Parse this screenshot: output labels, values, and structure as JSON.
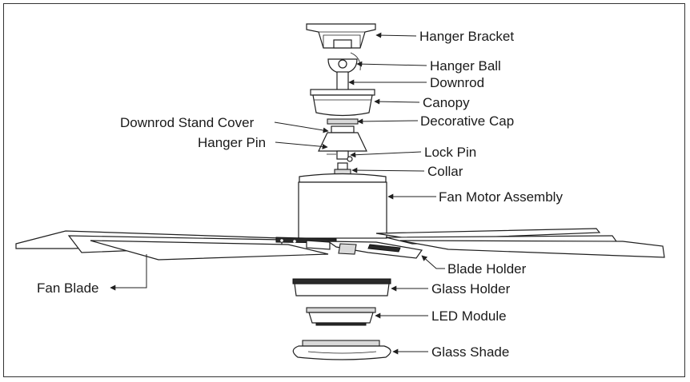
{
  "labels": {
    "hanger_bracket": "Hanger Bracket",
    "hanger_ball": "Hanger Ball",
    "downrod": "Downrod",
    "canopy": "Canopy",
    "downrod_stand_cover": "Downrod Stand Cover",
    "decorative_cap": "Decorative Cap",
    "hanger_pin": "Hanger Pin",
    "lock_pin": "Lock Pin",
    "collar": "Collar",
    "fan_motor_assembly": "Fan Motor Assembly",
    "blade_holder": "Blade Holder",
    "fan_blade": "Fan Blade",
    "glass_holder": "Glass Holder",
    "led_module": "LED Module",
    "glass_shade": "Glass Shade"
  },
  "colors": {
    "line": "#1f1f1f",
    "background": "#ffffff",
    "shading": "#d9d9d9"
  }
}
